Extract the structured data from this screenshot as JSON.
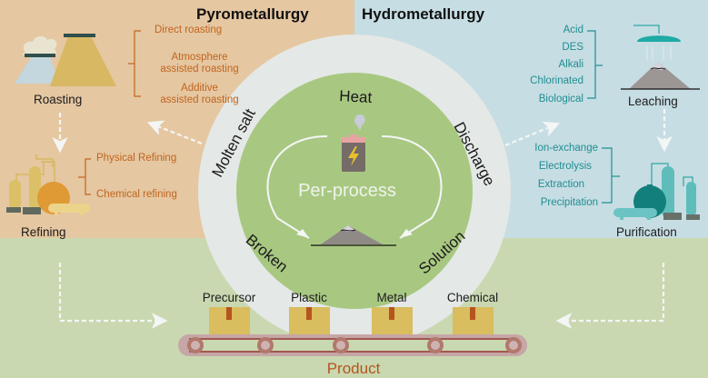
{
  "sections": {
    "pyrometallurgy": {
      "title": "Pyrometallurgy",
      "roasting": {
        "label": "Roasting",
        "methods": [
          "Direct roasting",
          "Atmosphere",
          "assisted roasting",
          "Additive",
          "assisted roasting"
        ]
      },
      "refining": {
        "label": "Refining",
        "methods": [
          "Physical Refining",
          "Chemical refining"
        ]
      }
    },
    "hydrometallurgy": {
      "title": "Hydrometallurgy",
      "leaching": {
        "label": "Leaching",
        "methods": [
          "Acid",
          "DES",
          "Alkali",
          "Chlorinated",
          "Biological"
        ]
      },
      "purification": {
        "label": "Purification",
        "methods": [
          "Ion-exchange",
          "Electrolysis",
          "Extraction",
          "Precipitation"
        ]
      }
    }
  },
  "center": {
    "label": "Per-process",
    "ring_words": [
      "Heat",
      "Discharge",
      "Solution",
      "Broken",
      "Molten salt"
    ]
  },
  "product": {
    "label": "Product",
    "items": [
      "Precursor",
      "Plastic",
      "Metal",
      "Chemical"
    ]
  },
  "colors": {
    "pyro_bg": "#e5c7a1",
    "hydro_bg": "#c6dde3",
    "product_bg": "#c9d8b0",
    "pyro_accent": "#c0651f",
    "hydro_accent": "#1f8e92",
    "ring": "#e4e8e6",
    "center_green": "#a8c882"
  }
}
